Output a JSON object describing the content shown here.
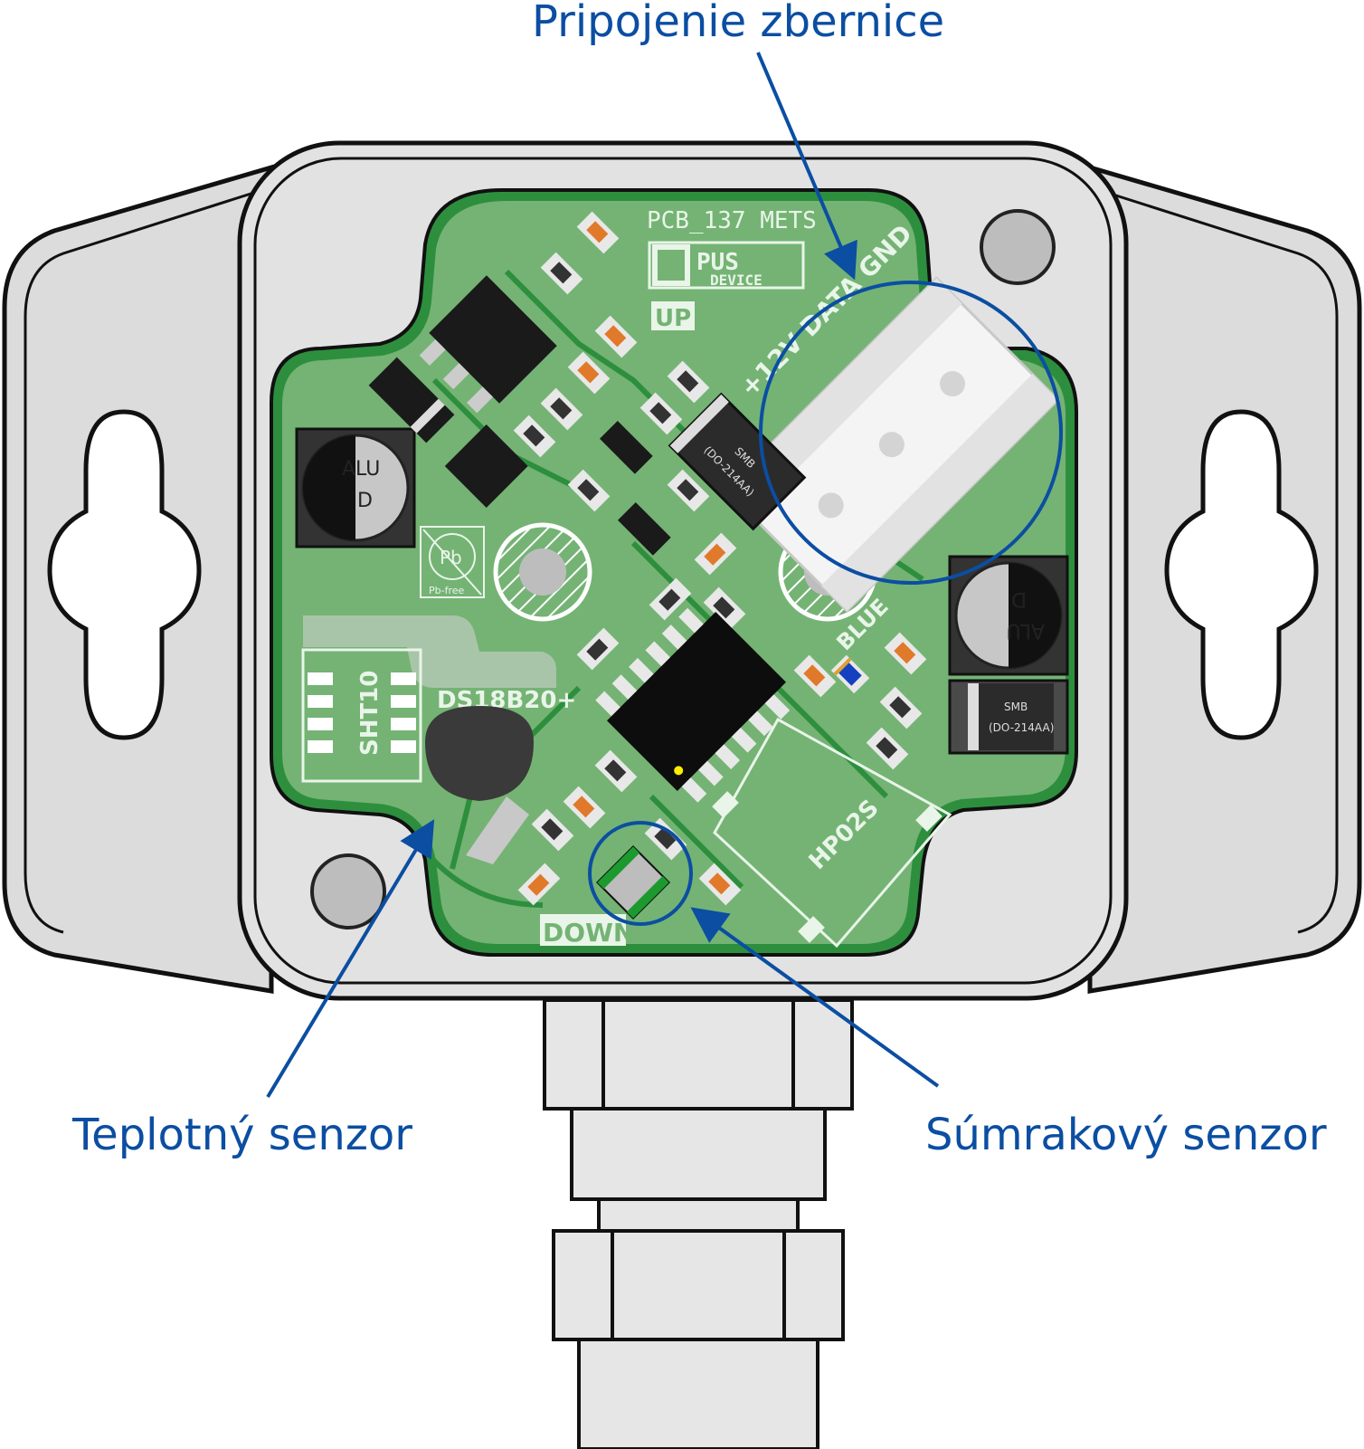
{
  "callouts": {
    "bus_connection": "Pripojenie zbernice",
    "temperature_sensor": "Teplotný senzor",
    "twilight_sensor": "Súmrakový senzor"
  },
  "pcb": {
    "id": "PCB_137 METS",
    "brand_line1": "PUS",
    "brand_line2": "DEVICE",
    "up_label": "UP",
    "down_label": "DOWN",
    "connector_label": "+12V DATA GND",
    "blue_label": "BLUE",
    "hp_label": "HP02S",
    "sht_label": "SHT10",
    "ds_label": "DS18B20+",
    "pb_label": "Pb",
    "pb_free_label": "Pb-free",
    "cap_label_1": "ALU",
    "cap_label_2": "D",
    "diode_label_1": "SMB",
    "diode_label_2": "(DO-214AA)"
  },
  "colors": {
    "callout": "#0b4ea2",
    "pcb_green": "#74b374",
    "pcb_dark": "#1f8a3a",
    "enclosure": "#e0e0e0",
    "enclosure_outline": "#111111"
  }
}
